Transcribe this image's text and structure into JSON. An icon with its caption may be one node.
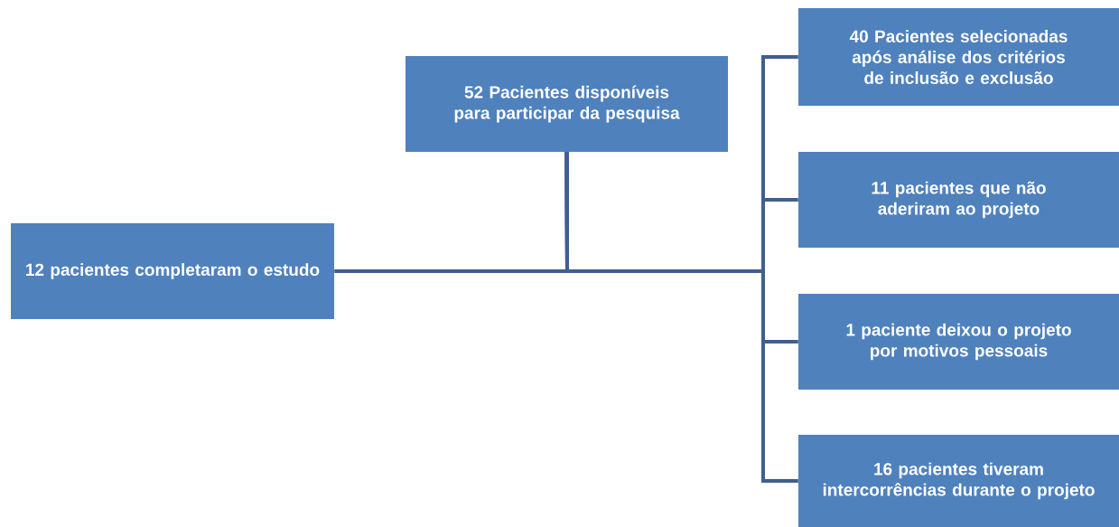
{
  "diagram": {
    "nodes": [
      {
        "text": [
          "52 Pacientes disponíveis para participar da pesquisa"
        ]
      },
      {
        "text": [
          "12 pacientes completaram o estudo"
        ]
      },
      {
        "text": [
          "40 Pacientes selecionadas após análise dos critérios de inclusão e exclusão"
        ]
      },
      {
        "text": [
          "11 pacientes que não aderiram ao projeto"
        ]
      },
      {
        "text": [
          "1 paciente deixou o projeto por motivos pessoais"
        ]
      },
      {
        "text": [
          "16 pacientes tiveram intercorrências durante o projeto"
        ]
      }
    ],
    "edges": [
      {
        "from": 0,
        "to": 1,
        "arrow": "none"
      },
      {
        "from": 0,
        "to": 2,
        "arrow": "none"
      },
      {
        "from": 0,
        "to": 3,
        "arrow": "none"
      },
      {
        "from": 0,
        "to": 4,
        "arrow": "none"
      },
      {
        "from": 0,
        "to": 5,
        "arrow": "none"
      }
    ]
  }
}
